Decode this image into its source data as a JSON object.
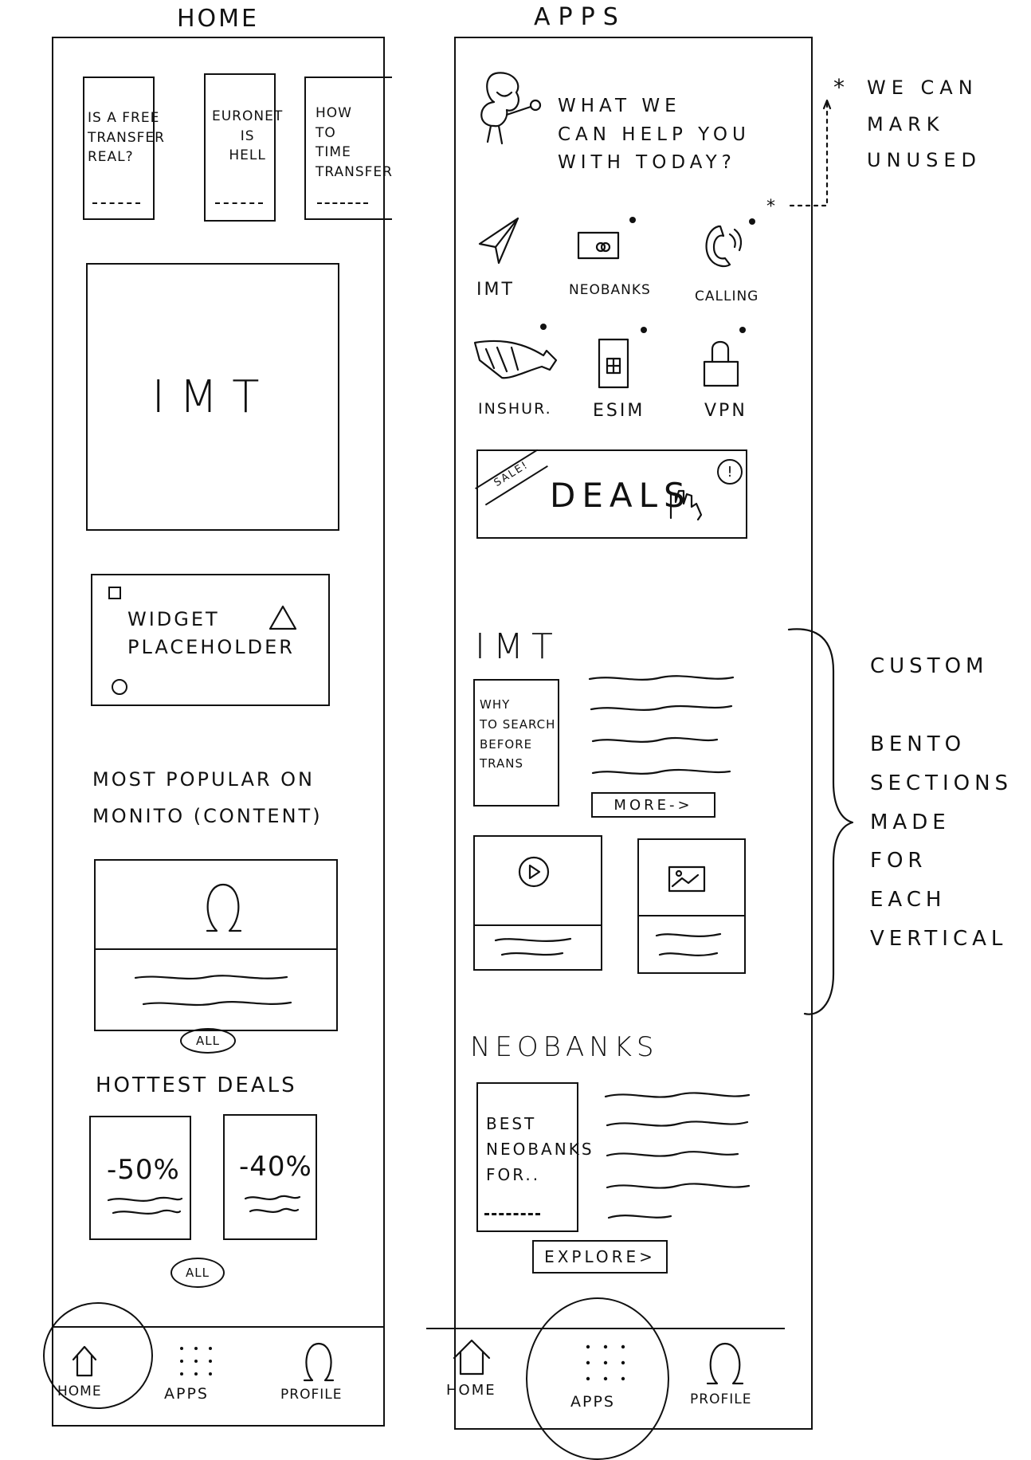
{
  "home": {
    "title": "HOME",
    "cards": [
      {
        "text": "IS A FREE\nTRANSFER\nREAL?"
      },
      {
        "text": "EURONET\nIS\nHELL"
      },
      {
        "text": "HOW\nTO\nTIME\nTRANSFER"
      }
    ],
    "hero": "IMT",
    "widget": "WIDGET\nPLACEHOLDER",
    "popular_title": "MOST POPULAR ON\nMONITO (CONTENT)",
    "popular_all": "ALL",
    "deals_title": "HOTTEST DEALS",
    "deals": [
      {
        "label": "-50%"
      },
      {
        "label": "-40%"
      }
    ],
    "deals_all": "ALL",
    "nav": {
      "home": "HOME",
      "apps": "APPS",
      "profile": "PROFILE"
    }
  },
  "apps": {
    "title": "APPS",
    "greeting": "WHAT WE\nCAN HELP YOU\nWITH TODAY?",
    "grid": [
      {
        "label": "IMT",
        "icon": "paper-plane-icon"
      },
      {
        "label": "NEOBANKS",
        "icon": "bank-card-icon"
      },
      {
        "label": "CALLING",
        "icon": "phone-icon"
      },
      {
        "label": "INSHUR.",
        "icon": "insurance-icon"
      },
      {
        "label": "ESIM",
        "icon": "esim-icon"
      },
      {
        "label": "VPN",
        "icon": "lock-icon"
      }
    ],
    "deals_banner": {
      "tag": "SALE!",
      "label": "DEALS",
      "badge": "!"
    },
    "imt_title": "IMT",
    "imt_card": "WHY\nTO SEARCH\nBEFORE\nTRANS",
    "imt_more": "MORE->",
    "neobanks_title": "NEOBANKS",
    "neobanks_card": "BEST\nNEOBANKS\nFOR..",
    "neobanks_explore": "EXPLORE>",
    "nav": {
      "home": "HOME",
      "apps": "APPS",
      "profile": "PROFILE"
    }
  },
  "notes": {
    "unused": "WE CAN\nMARK\nUNUSED",
    "bento": "CUSTOM\n\nBENTO\nSECTIONS\nMADE\nFOR\nEACH\nVERTICAL"
  }
}
